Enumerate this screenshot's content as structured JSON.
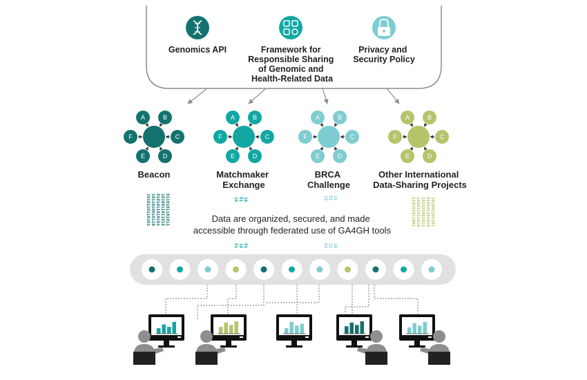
{
  "colors": {
    "beacon": "#14726e",
    "matchmaker": "#13a7a3",
    "brca": "#7ecdd0",
    "other": "#b5c46a",
    "icon_dark": "#14726e",
    "icon_mid": "#13a7a3",
    "icon_light": "#7ecdd0",
    "frame": "#8c8c8c",
    "bus": "#e1e1e1",
    "person": "#8e8e8e",
    "monitor": "#111111",
    "chair": "#222222"
  },
  "tools": [
    {
      "icon": "dna-icon",
      "lines": [
        "Genomics API"
      ]
    },
    {
      "icon": "grid-squares-icon",
      "lines": [
        "Framework for",
        "Responsible Sharing",
        "of Genomic and",
        "Health-Related Data"
      ]
    },
    {
      "icon": "lock-icon",
      "lines": [
        "Privacy and",
        "Security Policy"
      ]
    }
  ],
  "node_letters": [
    "A",
    "B",
    "C",
    "D",
    "E",
    "F"
  ],
  "projects": [
    {
      "key": "beacon",
      "lines": [
        "Beacon"
      ]
    },
    {
      "key": "matchmaker",
      "lines": [
        "Matchmaker",
        "Exchange"
      ]
    },
    {
      "key": "brca",
      "lines": [
        "BRCA",
        "Challenge"
      ]
    },
    {
      "key": "other",
      "lines": [
        "Other International",
        "Data-Sharing Projects"
      ]
    }
  ],
  "binary_strings": [
    "1010110110101",
    "1011010010110",
    "0101011010101",
    "1010011011010",
    "0110101101011",
    "1101010110010"
  ],
  "center_text": [
    "Data are organized, secured, and made",
    "accessible through federated use of GA4GH tools"
  ],
  "bus_dots": [
    "beacon",
    "matchmaker",
    "brca",
    "other",
    "beacon",
    "matchmaker",
    "brca",
    "other",
    "beacon",
    "matchmaker",
    "brca"
  ],
  "bar_charts": [
    {
      "color": "matchmaker",
      "values": [
        0.45,
        0.75,
        0.55,
        0.95
      ]
    },
    {
      "color": "other",
      "values": [
        0.55,
        0.9,
        0.7,
        1.0
      ]
    },
    {
      "color": "brca",
      "values": [
        0.45,
        0.95,
        0.65,
        0.8
      ]
    },
    {
      "color": "beacon",
      "values": [
        0.6,
        0.9,
        0.7,
        1.0
      ]
    },
    {
      "color": "brca",
      "values": [
        0.5,
        0.85,
        0.65,
        0.95
      ]
    }
  ]
}
